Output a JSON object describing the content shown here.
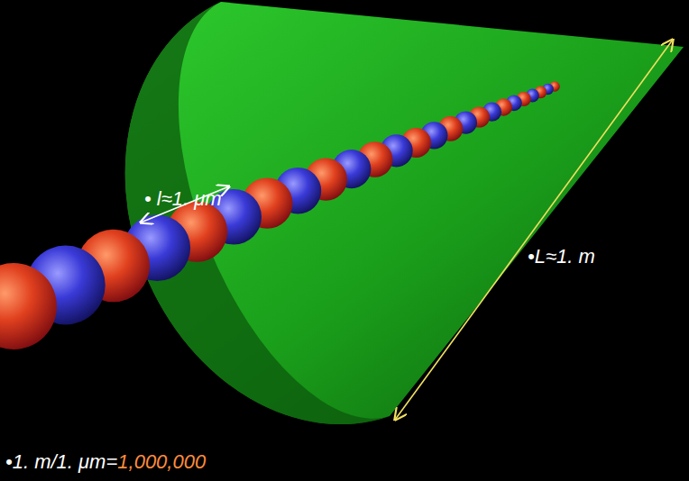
{
  "diagram": {
    "labels": [
      "• l≈1. μm",
      "•L≈1. m",
      "•1. m/1. μm=",
      "1,000,000"
    ]
  }
}
